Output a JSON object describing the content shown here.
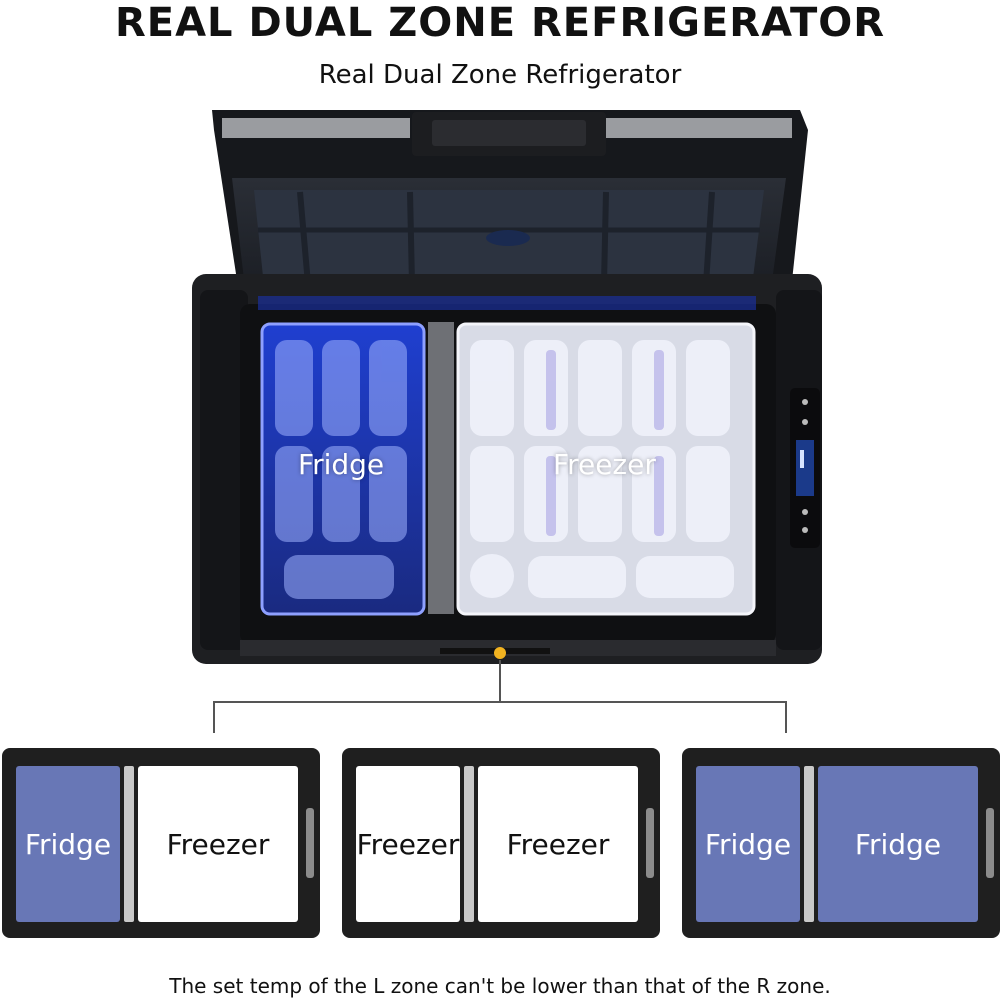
{
  "header": {
    "title": "REAL DUAL ZONE REFRIGERATOR",
    "subtitle": "Real Dual Zone Refrigerator"
  },
  "product_image": {
    "left_zone_label": "Fridge",
    "right_zone_label": "Freezer",
    "display_icon": "control-panel-icon"
  },
  "colors": {
    "fridge_zone": "#6877b6",
    "freezer_zone": "#ffffff",
    "body": "#1f1f1f",
    "accent_dot": "#f2b320"
  },
  "modes": [
    {
      "left": "Fridge",
      "right": "Freezer",
      "left_type": "fridge",
      "right_type": "freezer"
    },
    {
      "left": "Freezer",
      "right": "Freezer",
      "left_type": "freezer",
      "right_type": "freezer"
    },
    {
      "left": "Fridge",
      "right": "Fridge",
      "left_type": "fridge",
      "right_type": "fridge"
    }
  ],
  "footnote": "The set temp of the L zone can't be lower than that of the R zone."
}
